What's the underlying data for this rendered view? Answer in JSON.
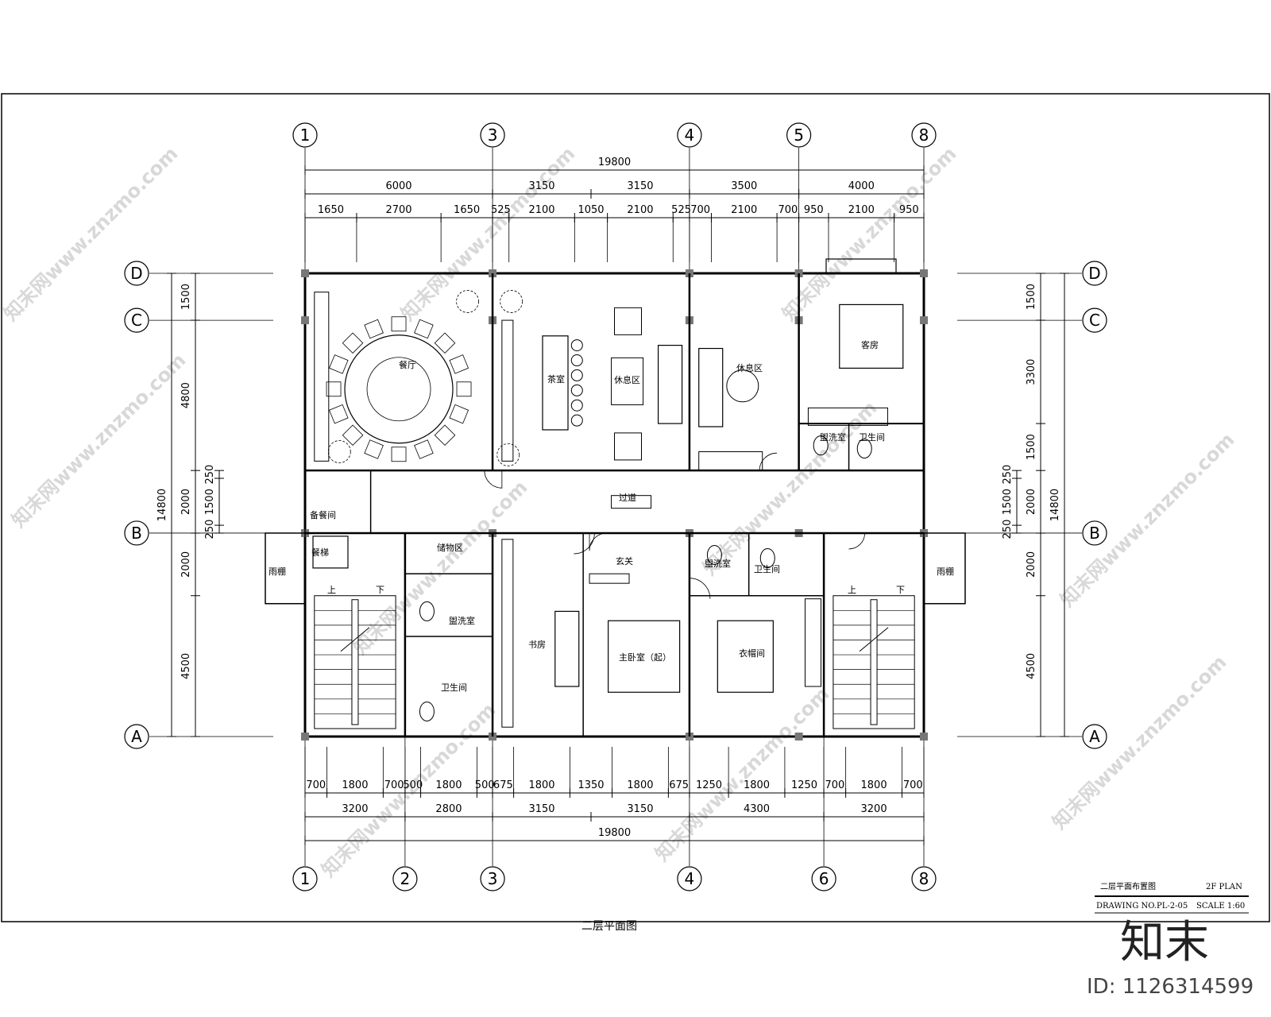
{
  "grid_top": [
    "1",
    "3",
    "4",
    "5",
    "8"
  ],
  "grid_bottom": [
    "1",
    "2",
    "3",
    "4",
    "6",
    "8"
  ],
  "grid_rows": [
    "D",
    "C",
    "B",
    "A"
  ],
  "dims_top": {
    "total": "19800",
    "row2": [
      "6000",
      "3150",
      "3150",
      "3500",
      "4000"
    ],
    "row3": [
      "1650",
      "2700",
      "1650",
      "525",
      "2100",
      "1050",
      "2100",
      "525",
      "700",
      "2100",
      "700",
      "950",
      "2100",
      "950"
    ]
  },
  "dims_bottom": {
    "total": "19800",
    "row2": [
      "3200",
      "2800",
      "3150",
      "3150",
      "4300",
      "3200"
    ],
    "row3": [
      "700",
      "1800",
      "700",
      "500",
      "1800",
      "500",
      "675",
      "1800",
      "1350",
      "1800",
      "675",
      "1250",
      "1800",
      "1250",
      "700",
      "1800",
      "700"
    ]
  },
  "dims_left": {
    "total": "14800",
    "col2": [
      "1500",
      "4800",
      "2000",
      "2000",
      "4500"
    ],
    "col3": [
      "250",
      "1500",
      "250"
    ]
  },
  "dims_right": {
    "total": "14800",
    "col2": [
      "1500",
      "3300",
      "1500",
      "2000",
      "2000",
      "4500"
    ],
    "col3": [
      "250",
      "1500",
      "250"
    ]
  },
  "rooms": {
    "dining": "餐厅",
    "tea": "茶室",
    "lounge1": "休息区",
    "lounge2": "休息区",
    "guest": "客房",
    "wash1": "盥洗室",
    "toilet1": "卫生间",
    "corridor": "过道",
    "pantry": "备餐间",
    "elevator": "餐梯",
    "canopy_l": "雨棚",
    "canopy_r": "雨棚",
    "storage": "储物区",
    "wash2": "盥洗室",
    "toilet2": "卫生间",
    "study": "书房",
    "foyer": "玄关",
    "master": "主卧室（起）",
    "wash3": "盥洗室",
    "toilet3": "卫生间",
    "closet": "衣帽间",
    "up_l": "上",
    "down_l": "下",
    "up_r": "上",
    "down_r": "下"
  },
  "title_block": {
    "title": "二层平面布置图",
    "plan": "2F PLAN",
    "drawing_no": "DRAWING NO.PL-2-05",
    "scale": "SCALE 1:60"
  },
  "watermark": {
    "logo": "知末",
    "id": "ID: 1126314599",
    "diag": "知末网www.znzmo.com"
  },
  "caption": "二层平面图"
}
